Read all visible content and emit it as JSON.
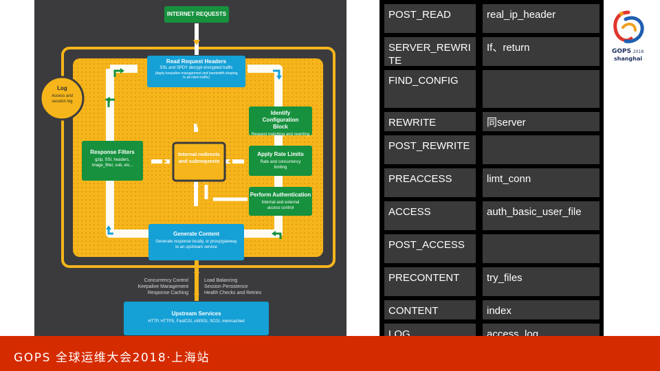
{
  "diagram": {
    "internet": "INTERNET REQUESTS",
    "read_headers": {
      "title": "Read Request Headers",
      "sub": "SSL and SPDY decrypt encrypted traffic",
      "note": "(Apply keepalive management and bandwidth shaping to all client traffic)"
    },
    "log": {
      "title": "Log",
      "sub": "Access and session log"
    },
    "identify": {
      "title": "Identify Configuration Block",
      "sub": "Request matching and rewriting"
    },
    "response_filters": {
      "title": "Response Filters",
      "sub": "gzip, SSI, headers, image_filter, sub, etc..."
    },
    "internal": {
      "title": "Internal redirects and subrequests"
    },
    "rate_limits": {
      "title": "Apply Rate Limits",
      "sub": "Rate and concurrency limiting"
    },
    "auth": {
      "title": "Perform Authentication",
      "sub": "Internal and external access control"
    },
    "generate": {
      "title": "Generate Content",
      "sub": "Generate response locally, or proxy/gateway to an upstream service"
    },
    "notes_left": [
      "Concurrency Control",
      "Keepalive Management",
      "Response Caching"
    ],
    "notes_right": [
      "Load Balancing",
      "Session Persistence",
      "Health Checks and Retries"
    ],
    "upstream": {
      "title": "Upstream Services",
      "sub": "HTTP, HTTPS, FastCGI, uWSGI, SCGI, memcached"
    },
    "colors": {
      "yellow": "#f5b51b",
      "green": "#17913e",
      "blue": "#15a0d6",
      "dark": "#3b3b3e"
    }
  },
  "phases": [
    {
      "phase": "POST_READ",
      "module": "real_ip_header"
    },
    {
      "phase": "SERVER_REWRITE",
      "module": "If、return"
    },
    {
      "phase": "FIND_CONFIG",
      "module": ""
    },
    {
      "phase": "REWRITE",
      "module": "同server"
    },
    {
      "phase": "POST_REWRITE",
      "module": ""
    },
    {
      "phase": "PREACCESS",
      "module": "limt_conn"
    },
    {
      "phase": "ACCESS",
      "module": "auth_basic_user_file"
    },
    {
      "phase": "POST_ACCESS",
      "module": ""
    },
    {
      "phase": "PRECONTENT",
      "module": "try_files"
    },
    {
      "phase": "CONTENT",
      "module": "index"
    },
    {
      "phase": "LOG",
      "module": "access_log"
    }
  ],
  "logo": {
    "brand": "GOPS",
    "year": "2018",
    "city": "shanghai"
  },
  "footer": "GOPS 全球运维大会2018·上海站"
}
